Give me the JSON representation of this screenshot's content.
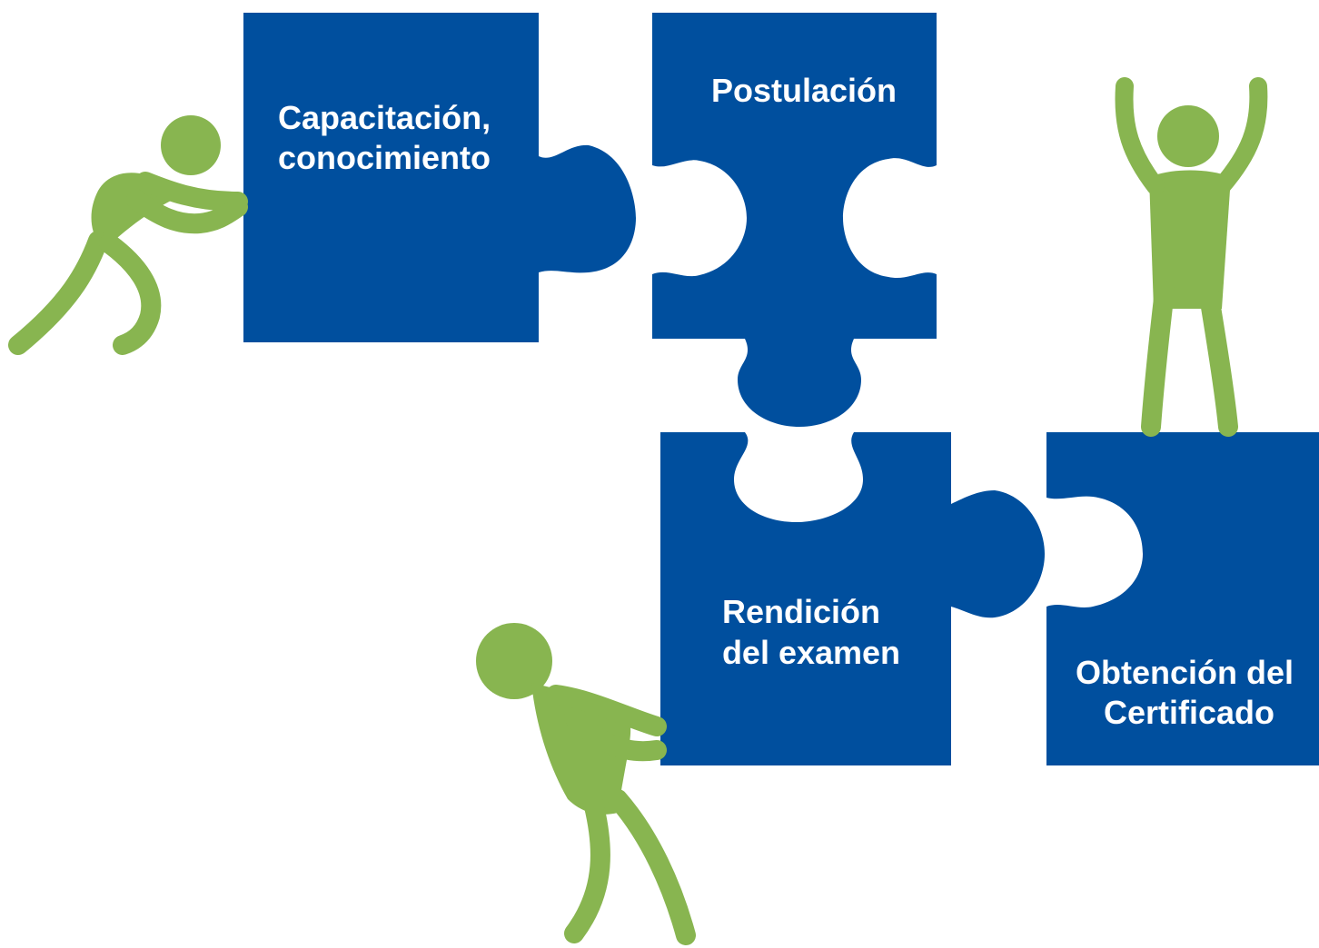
{
  "colors": {
    "piece": "#004F9E",
    "figure": "#88B550",
    "text": "#FFFFFF",
    "background": "#FFFFFF"
  },
  "pieces": [
    {
      "id": "capacitacion",
      "lines": [
        "Capacitación,",
        "conocimiento"
      ]
    },
    {
      "id": "postulacion",
      "lines": [
        "Postulación"
      ]
    },
    {
      "id": "rendicion",
      "lines": [
        "Rendición",
        "del examen"
      ]
    },
    {
      "id": "obtencion",
      "lines": [
        "Obtención del",
        "Certificado"
      ]
    }
  ],
  "figures": [
    {
      "id": "pushing-person-top",
      "icon": "pushing-person-icon"
    },
    {
      "id": "pushing-person-bottom",
      "icon": "pushing-person-icon"
    },
    {
      "id": "celebrating-person",
      "icon": "celebrating-person-icon"
    }
  ]
}
